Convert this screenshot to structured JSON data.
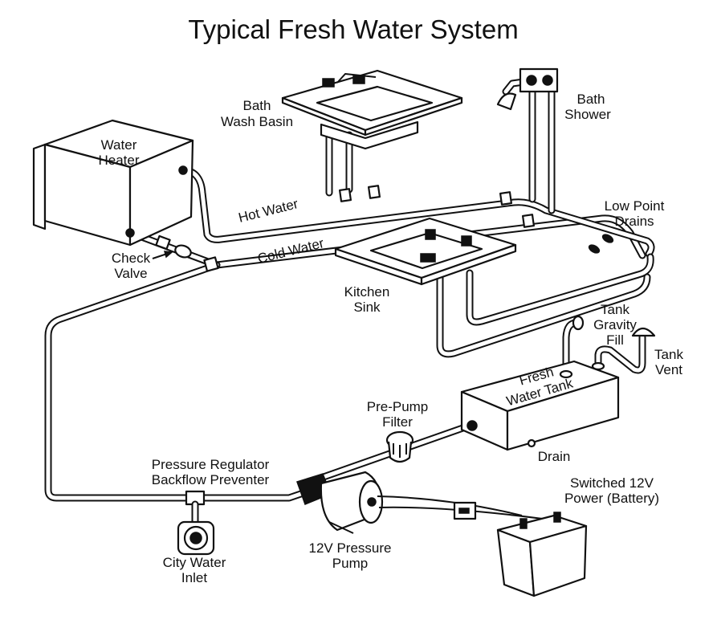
{
  "title": "Typical Fresh Water System",
  "labels": {
    "water_heater": [
      "Water",
      "Heater"
    ],
    "bath_wash_basin": [
      "Bath",
      "Wash Basin"
    ],
    "bath_shower": [
      "Bath",
      "Shower"
    ],
    "hot_water": "Hot Water",
    "cold_water": "Cold Water",
    "low_point_drains": [
      "Low Point",
      "Drains"
    ],
    "check_valve": [
      "Check",
      "Valve"
    ],
    "kitchen_sink": [
      "Kitchen",
      "Sink"
    ],
    "tank_gravity_fill": [
      "Tank",
      "Gravity",
      "Fill"
    ],
    "tank_vent": [
      "Tank",
      "Vent"
    ],
    "fresh_water_tank": [
      "Fresh",
      "Water Tank"
    ],
    "pre_pump_filter": [
      "Pre-Pump",
      "Filter"
    ],
    "drain": "Drain",
    "pressure_regulator": [
      "Pressure Regulator",
      "Backflow Preventer"
    ],
    "switched_power": [
      "Switched 12V",
      "Power (Battery)"
    ],
    "city_water_inlet": [
      "City Water",
      "Inlet"
    ],
    "pressure_pump": [
      "12V Pressure",
      "Pump"
    ]
  },
  "colors": {
    "ink": "#111111",
    "paper": "#ffffff",
    "shade": "#cfcfcf"
  }
}
